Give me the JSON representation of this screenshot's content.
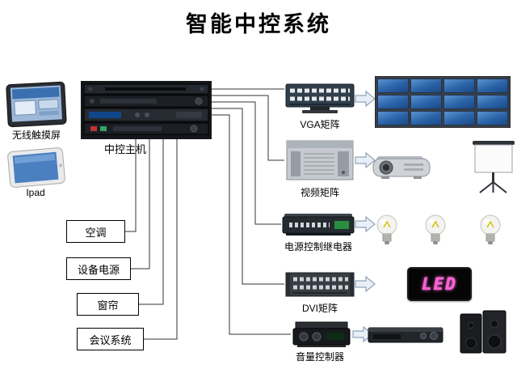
{
  "title": "智能中控系统",
  "colors": {
    "wall_panel_blue": "#2a62a8",
    "led_text_pink": "#ff5fd6",
    "line_black": "#333333",
    "arrow_fill": "#e9eff7"
  },
  "sources": {
    "touchscreen": {
      "label": "无线触摸屏"
    },
    "ipad": {
      "label": "Ipad"
    }
  },
  "host": {
    "label": "中控主机"
  },
  "controlled_boxes": [
    {
      "label": "空调"
    },
    {
      "label": "设备电源"
    },
    {
      "label": "窗帘"
    },
    {
      "label": "会议系统"
    }
  ],
  "matrix_devices": [
    {
      "label": "VGA矩阵"
    },
    {
      "label": "视频矩阵"
    },
    {
      "label": "电源控制继电器"
    },
    {
      "label": "DVI矩阵"
    },
    {
      "label": "音量控制器"
    }
  ],
  "outputs": {
    "video_wall": {
      "rows": 3,
      "cols": 4
    },
    "bulb_count": 3,
    "led_sign_text": "LED"
  },
  "icons": [
    "touchscreen-icon",
    "ipad-icon",
    "control-host-icon",
    "vga-matrix-icon",
    "video-matrix-icon",
    "power-relay-icon",
    "dvi-matrix-icon",
    "volume-controller-icon",
    "video-wall-icon",
    "projector-icon",
    "projection-screen-icon",
    "light-bulb-icon",
    "led-sign-icon",
    "amplifier-icon",
    "speaker-icon",
    "flow-arrow-icon"
  ]
}
